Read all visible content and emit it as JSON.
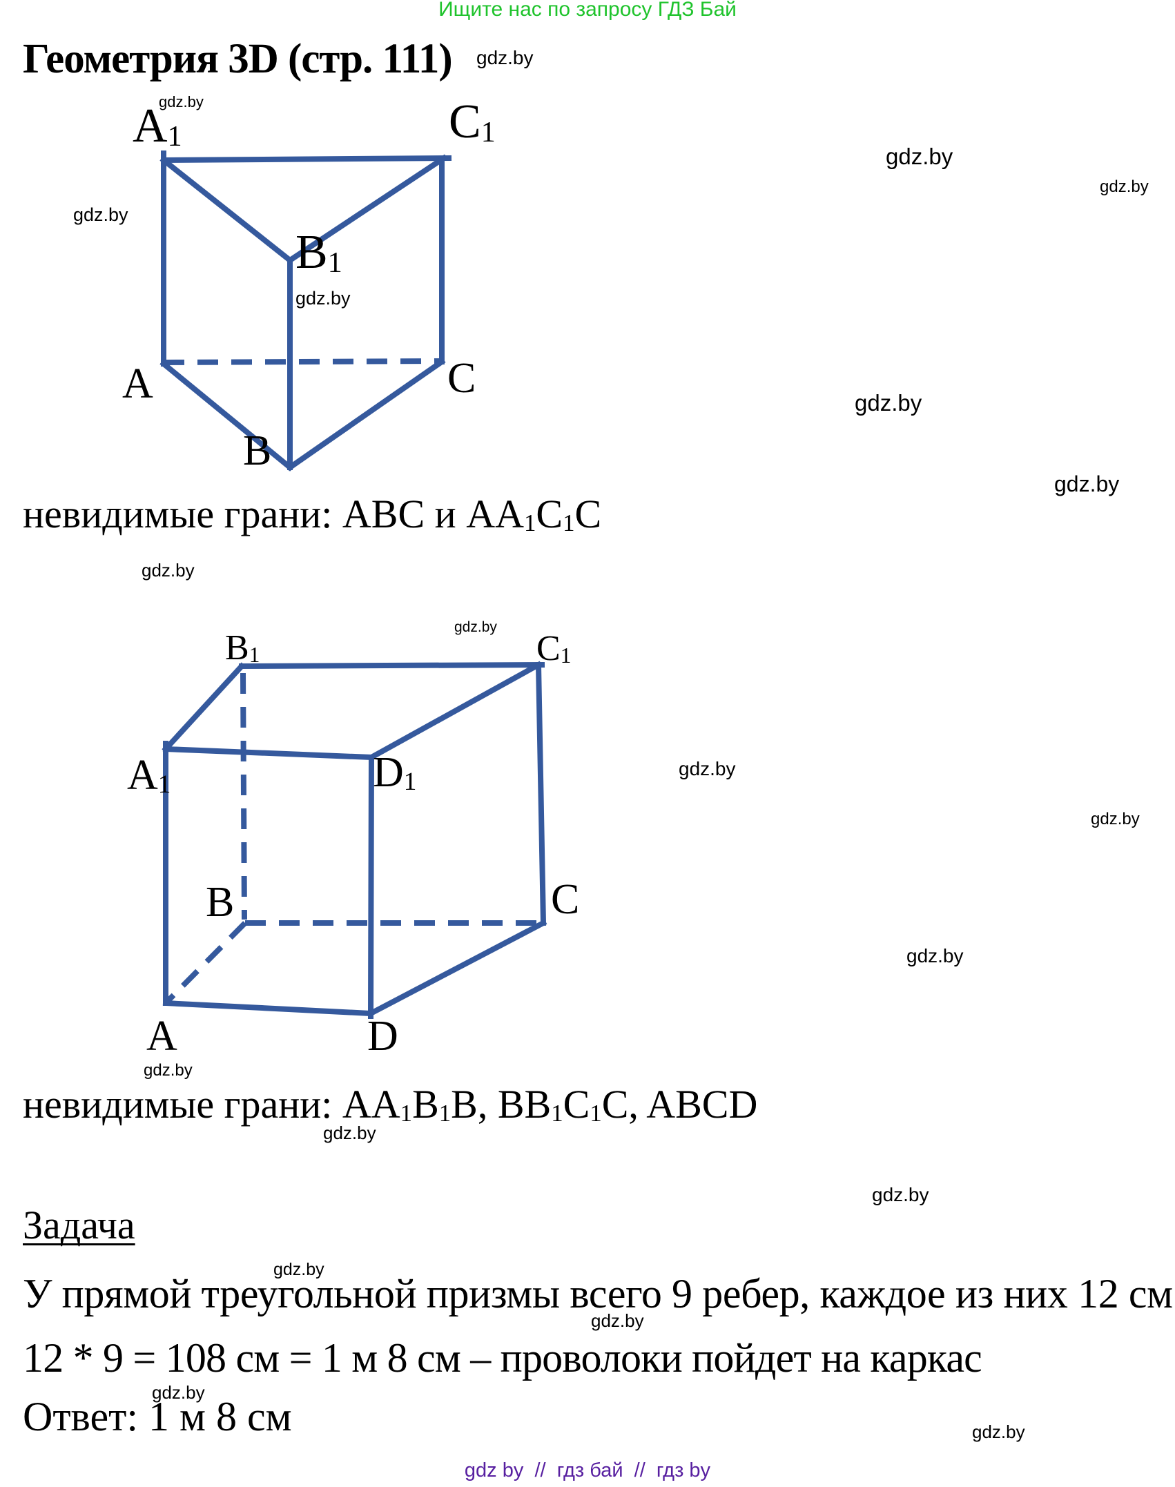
{
  "colors": {
    "line_blue": "#35599d",
    "green": "#1fc32c",
    "purple": "#571fa0",
    "text": "#000000"
  },
  "header": {
    "promo": "Ищите нас по запросу ГДЗ Бай",
    "title": "Геометрия 3D (стр. 111)"
  },
  "watermark": {
    "text": "gdz.by"
  },
  "figure1": {
    "name": "triangular-prism",
    "labels": {
      "A1": {
        "letter": "A",
        "sub": "1"
      },
      "C1": {
        "letter": "C",
        "sub": "1"
      },
      "B1": {
        "letter": "B",
        "sub": "1"
      },
      "A": {
        "letter": "A",
        "sub": ""
      },
      "C": {
        "letter": "C",
        "sub": ""
      },
      "B": {
        "letter": "B",
        "sub": ""
      }
    },
    "caption": {
      "p0": "невидимые грани: ABC и AA",
      "s0": "1",
      "p1": "C",
      "s1": "1",
      "p2": "C"
    }
  },
  "figure2": {
    "name": "quadrilateral-prism",
    "labels": {
      "B1": {
        "letter": "B",
        "sub": "1"
      },
      "C1": {
        "letter": "C",
        "sub": "1"
      },
      "A1": {
        "letter": "A",
        "sub": "1"
      },
      "D1": {
        "letter": "D",
        "sub": "1"
      },
      "B": {
        "letter": "B",
        "sub": ""
      },
      "C": {
        "letter": "C",
        "sub": ""
      },
      "A": {
        "letter": "A",
        "sub": ""
      },
      "D": {
        "letter": "D",
        "sub": ""
      }
    },
    "caption": {
      "p0": "невидимые грани: AA",
      "s0": "1",
      "p1": "B",
      "s1": "1",
      "p2": "B, BB",
      "s2": "1",
      "p3": "C",
      "s3": "1",
      "p4": "C, ABCD"
    }
  },
  "task": {
    "heading": "Задача",
    "line1": "У прямой треугольной призмы всего 9 ребер, каждое из них 12 см",
    "line2": "12 * 9 = 108 см = 1 м 8 см – проволоки пойдет на каркас",
    "answer": "Ответ: 1 м 8 см"
  },
  "footer": {
    "text": "gdz by  //  гдз бай  //  гдз by"
  }
}
